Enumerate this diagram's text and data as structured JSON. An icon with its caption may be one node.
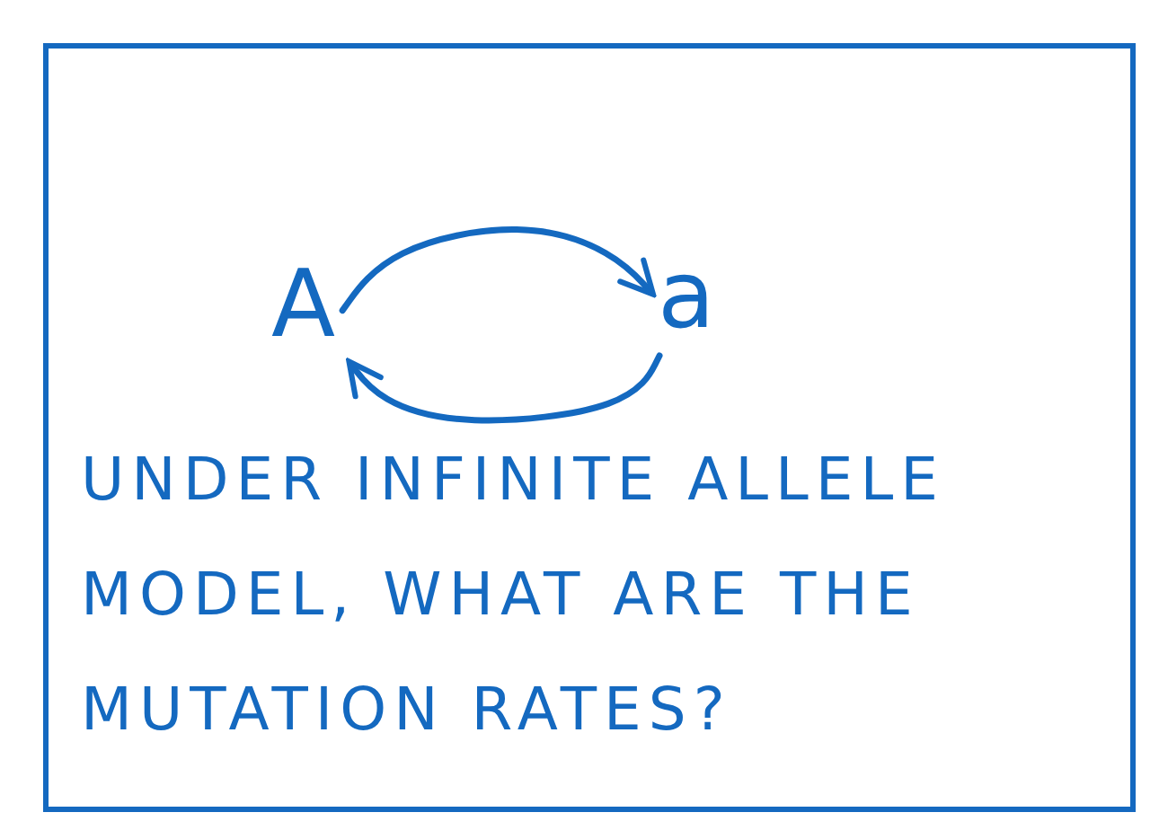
{
  "diagram": {
    "nodes": [
      {
        "text": [
          "UNDER INFINITE ALLELE MODEL, WHAT ARE THE MUTATION RATES?"
        ]
      },
      {
        "text": [
          "A"
        ],
        "in": 0
      },
      {
        "text": [
          "a"
        ],
        "in": 0
      }
    ],
    "edges": [
      {
        "from": 1,
        "to": 2,
        "arrow": "to"
      },
      {
        "from": 2,
        "to": 1,
        "arrow": "to"
      }
    ]
  }
}
